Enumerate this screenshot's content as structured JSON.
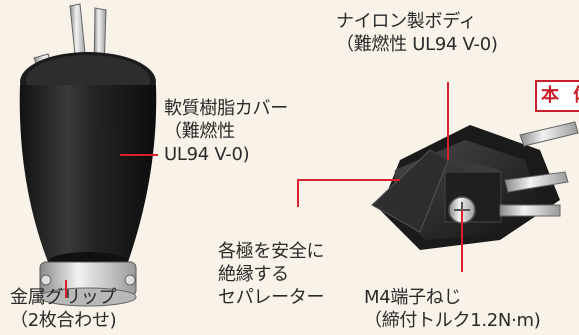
{
  "labels": {
    "cover": [
      "軟質樹脂カバー",
      "（難燃性",
      "UL94 V-0)"
    ],
    "body": [
      "ナイロン製ボディ",
      "（難燃性 UL94 V-0)"
    ],
    "separator": [
      "各極を安全に",
      "絶縁する",
      "セパレーター"
    ],
    "screw": [
      "M4端子ねじ",
      "（締付トルク1.2N·m)"
    ],
    "grip": [
      "金属グリップ",
      "（2枚合わせ)"
    ]
  },
  "tag": "本 体",
  "colors": {
    "background": "#f8f2e8",
    "leader_line": "#d8202f",
    "tag_border": "#c8202b",
    "text": "#2b2b2b"
  }
}
